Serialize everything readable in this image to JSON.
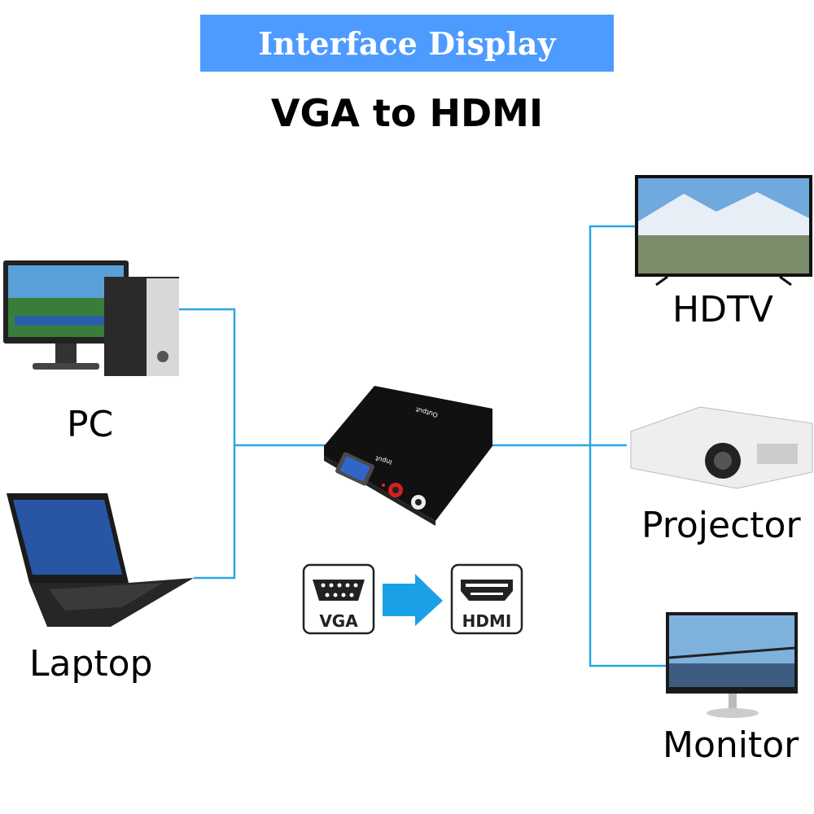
{
  "header": {
    "banner": "Interface Display",
    "subtitle": "VGA to HDMI"
  },
  "sources": [
    {
      "label": "PC"
    },
    {
      "label": "Laptop"
    }
  ],
  "outputs": [
    {
      "label": "HDTV"
    },
    {
      "label": "Projector"
    },
    {
      "label": "Monitor"
    }
  ],
  "converter": {
    "output_label": "Output",
    "input_label": "Input"
  },
  "conversion": {
    "from": "VGA",
    "to": "HDMI"
  },
  "colors": {
    "banner": "#4d9bff",
    "lines": "#2aa5e3",
    "arrow": "#1aa0e6"
  }
}
